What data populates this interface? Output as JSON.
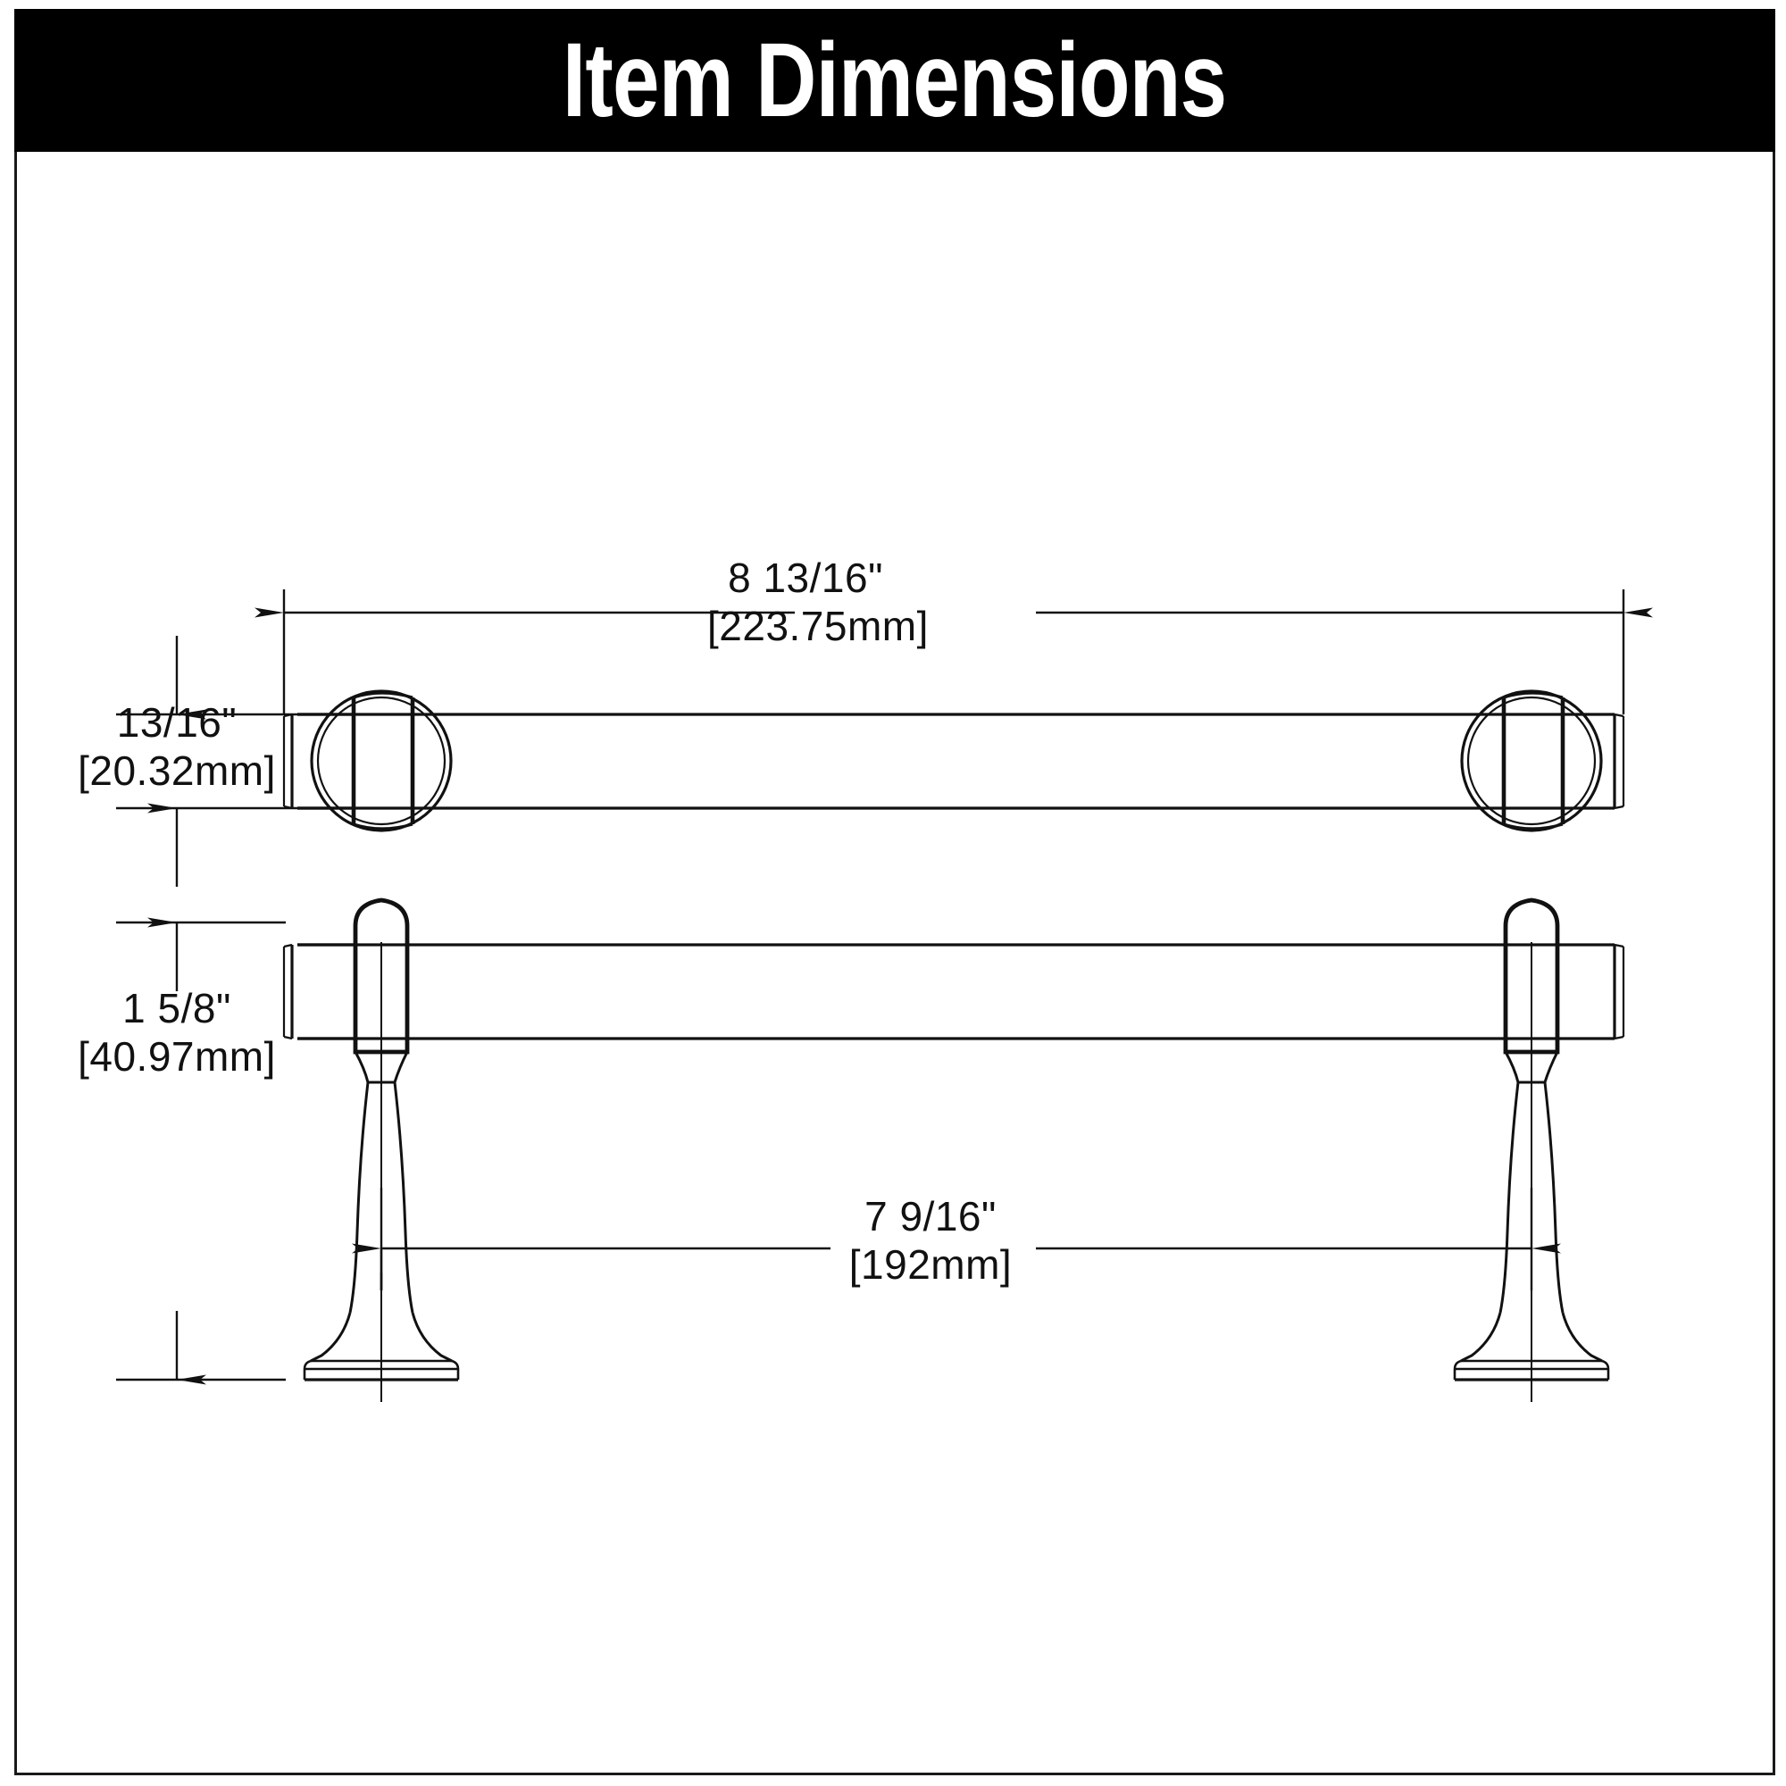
{
  "header": {
    "title": "Item Dimensions",
    "background_color": "#000000",
    "text_color": "#ffffff"
  },
  "frame": {
    "border_color": "#1a1a1a",
    "background_color": "#ffffff"
  },
  "drawing": {
    "subject": "cabinet-pull-handle",
    "line_color": "#111111",
    "views": [
      {
        "name": "top-view",
        "description": "top view of bar pull showing round footplates"
      },
      {
        "name": "side-view",
        "description": "side elevation showing tapered posts and flared feet"
      }
    ]
  },
  "dimensions": {
    "overall_length": {
      "name": "overall-length",
      "imperial": "8 13/16\"",
      "metric": "[223.75mm]",
      "orientation": "horizontal"
    },
    "bar_depth": {
      "name": "bar-depth",
      "imperial": "13/16\"",
      "metric": "[20.32mm]",
      "orientation": "vertical"
    },
    "projection": {
      "name": "projection-height",
      "imperial": "1 5/8\"",
      "metric": "[40.97mm]",
      "orientation": "vertical"
    },
    "center_to_center": {
      "name": "center-to-center",
      "imperial": "7 9/16\"",
      "metric": "[192mm]",
      "orientation": "horizontal"
    }
  }
}
